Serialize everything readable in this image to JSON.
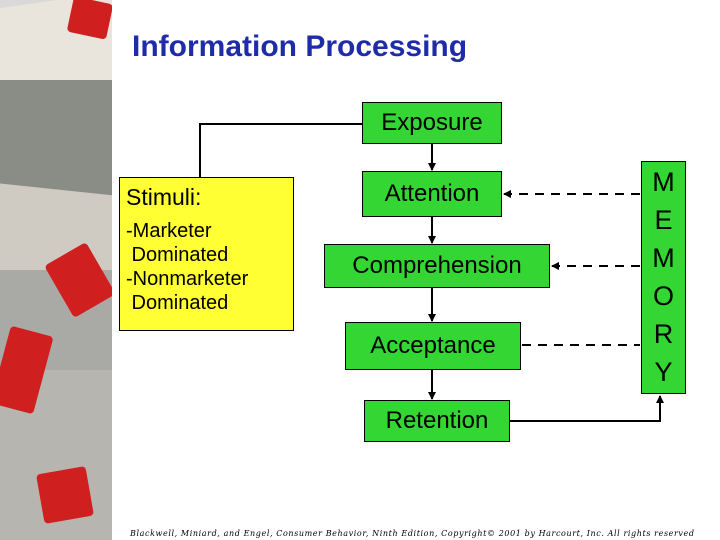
{
  "title": "Information Processing",
  "stimuli": {
    "heading": "Stimuli:",
    "lines": [
      "-Marketer",
      " Dominated",
      "-Nonmarketer",
      " Dominated"
    ]
  },
  "stages": {
    "exposure": "Exposure",
    "attention": "Attention",
    "comprehension": "Comprehension",
    "acceptance": "Acceptance",
    "retention": "Retention"
  },
  "memory_letters": [
    "M",
    "E",
    "M",
    "O",
    "R",
    "Y"
  ],
  "footer": "Blackwell, Miniard, and Engel, Consumer Behavior, Ninth Edition, Copyright© 2001 by Harcourt, Inc. All rights reserved",
  "colors": {
    "title": "#1f2ca8",
    "stage_box": "#33d633",
    "stimuli_box": "#ffff33"
  }
}
